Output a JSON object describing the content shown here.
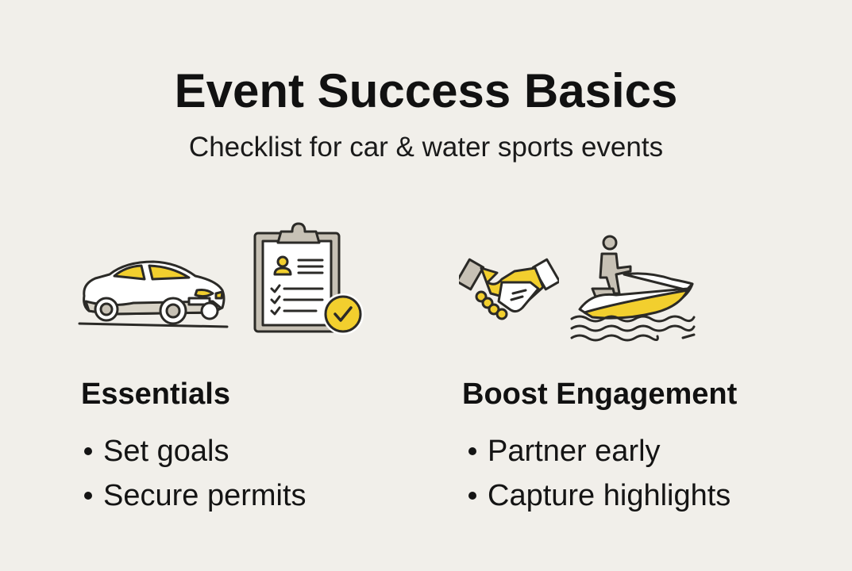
{
  "header": {
    "title": "Event Success Basics",
    "subtitle": "Checklist for car & water sports events"
  },
  "icons": [
    {
      "name": "car-icon",
      "accent": "#f2cf2e"
    },
    {
      "name": "clipboard-checklist-icon",
      "accent": "#f2cf2e"
    },
    {
      "name": "handshake-icon",
      "accent": "#f2cf2e"
    },
    {
      "name": "jet-ski-icon",
      "accent": "#f2cf2e"
    }
  ],
  "colors": {
    "background": "#f1efea",
    "accent_yellow": "#f2cf2e",
    "outline": "#2b2a27",
    "neutral_gray": "#c7c1b5"
  },
  "columns": [
    {
      "heading": "Essentials",
      "items": [
        "Set goals",
        "Secure permits"
      ]
    },
    {
      "heading": "Boost Engagement",
      "items": [
        "Partner early",
        "Capture highlights"
      ]
    }
  ]
}
